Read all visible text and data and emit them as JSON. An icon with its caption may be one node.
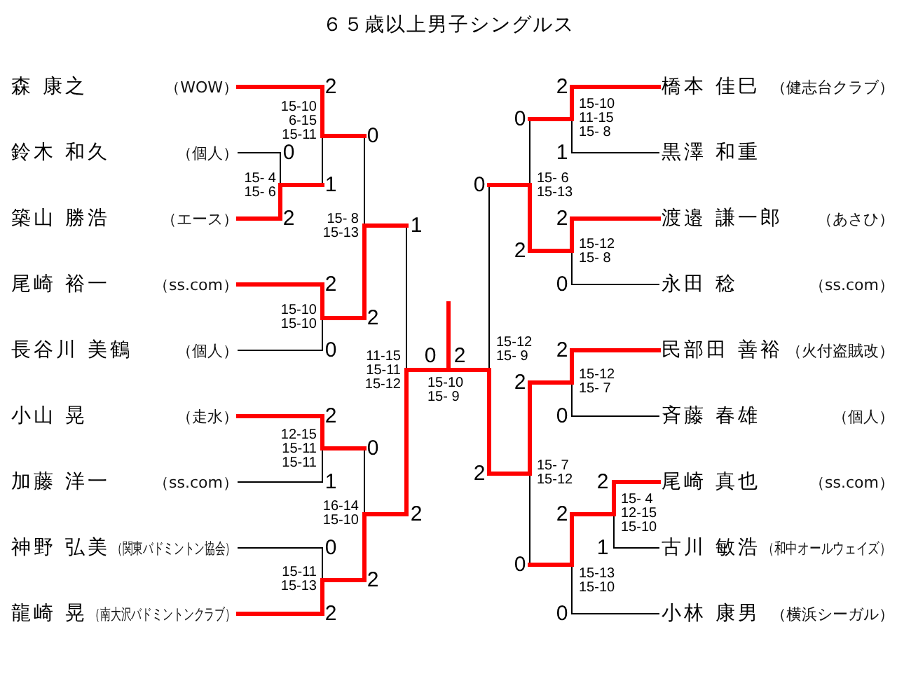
{
  "diagram": {
    "title": "６５歳以上男子シングルス",
    "nodes": [
      {
        "text": [
          "森 康之",
          "（WOW）"
        ]
      },
      {
        "text": [
          "鈴木 和久",
          "（個人）"
        ]
      },
      {
        "text": [
          "築山 勝浩",
          "（エース）"
        ]
      },
      {
        "text": [
          "尾崎 裕一",
          "（ss.com）"
        ]
      },
      {
        "text": [
          "長谷川 美鶴",
          "（個人）"
        ]
      },
      {
        "text": [
          "小山 晃",
          "（走水）"
        ]
      },
      {
        "text": [
          "加藤 洋一",
          "（ss.com）"
        ]
      },
      {
        "text": [
          "神野 弘美",
          "（関東バドミントン協会）"
        ]
      },
      {
        "text": [
          "龍崎 晃",
          "（南大沢バドミントンクラブ）"
        ]
      },
      {
        "text": [
          "橋本 佳巳",
          "（健志台クラブ）"
        ]
      },
      {
        "text": [
          "黒澤 和重"
        ]
      },
      {
        "text": [
          "渡邉 謙一郎",
          "（あさひ）"
        ]
      },
      {
        "text": [
          "永田 稔",
          "（ss.com）"
        ]
      },
      {
        "text": [
          "民部田 善裕",
          "（火付盗賊改）"
        ]
      },
      {
        "text": [
          "斉藤 春雄",
          "（個人）"
        ]
      },
      {
        "text": [
          "尾崎 真也",
          "（ss.com）"
        ]
      },
      {
        "text": [
          "古川 敏浩",
          "（和中オールウェイズ）"
        ]
      },
      {
        "text": [
          "小林 康男",
          "（横浜シーガル）"
        ]
      },
      {
        "text": [
          "2"
        ]
      },
      {
        "text": [
          "0"
        ]
      },
      {
        "text": [
          "2"
        ]
      },
      {
        "text": [
          "1"
        ]
      },
      {
        "text": [
          "0"
        ]
      },
      {
        "text": [
          "2"
        ]
      },
      {
        "text": [
          "0"
        ]
      },
      {
        "text": [
          "2"
        ]
      },
      {
        "text": [
          "1"
        ]
      },
      {
        "text": [
          "2"
        ]
      },
      {
        "text": [
          "1"
        ]
      },
      {
        "text": [
          "0"
        ]
      },
      {
        "text": [
          "0"
        ]
      },
      {
        "text": [
          "2"
        ]
      },
      {
        "text": [
          "2"
        ]
      },
      {
        "text": [
          "2"
        ]
      },
      {
        "text": [
          "0"
        ]
      },
      {
        "text": [
          "2"
        ]
      },
      {
        "text": [
          "2"
        ]
      },
      {
        "text": [
          "1"
        ]
      },
      {
        "text": [
          "0"
        ]
      },
      {
        "text": [
          "2"
        ]
      },
      {
        "text": [
          "0"
        ]
      },
      {
        "text": [
          "2"
        ]
      },
      {
        "text": [
          "0"
        ]
      },
      {
        "text": [
          "2"
        ]
      },
      {
        "text": [
          "0"
        ]
      },
      {
        "text": [
          "2"
        ]
      },
      {
        "text": [
          "2"
        ]
      },
      {
        "text": [
          "1"
        ]
      },
      {
        "text": [
          "2"
        ]
      },
      {
        "text": [
          "0"
        ]
      },
      {
        "text": [
          "0"
        ]
      },
      {
        "text": [
          "2"
        ]
      }
    ],
    "edges": [
      {
        "from": 0,
        "to": 18,
        "arrow": "none",
        "style": "thick",
        "color": "#ff0000"
      },
      {
        "from": 1,
        "to": 19,
        "arrow": "none",
        "color": "#000000"
      },
      {
        "from": 2,
        "to": 20,
        "arrow": "none",
        "style": "thick",
        "color": "#ff0000"
      },
      {
        "from": 3,
        "to": 23,
        "arrow": "none",
        "style": "thick",
        "color": "#ff0000"
      },
      {
        "from": 4,
        "to": 24,
        "arrow": "none",
        "color": "#000000"
      },
      {
        "from": 5,
        "to": 27,
        "arrow": "none",
        "style": "thick",
        "color": "#ff0000"
      },
      {
        "from": 6,
        "to": 28,
        "arrow": "none",
        "color": "#000000"
      },
      {
        "from": 7,
        "to": 30,
        "arrow": "none",
        "color": "#000000"
      },
      {
        "from": 8,
        "to": 31,
        "arrow": "none",
        "style": "thick",
        "color": "#ff0000"
      },
      {
        "from": 9,
        "to": 36,
        "arrow": "none",
        "style": "thick",
        "color": "#ff0000"
      },
      {
        "from": 10,
        "to": 37,
        "arrow": "none",
        "color": "#000000"
      },
      {
        "from": 11,
        "to": 39,
        "arrow": "none",
        "style": "thick",
        "color": "#ff0000"
      },
      {
        "from": 12,
        "to": 40,
        "arrow": "none",
        "color": "#000000"
      },
      {
        "from": 13,
        "to": 43,
        "arrow": "none",
        "style": "thick",
        "color": "#ff0000"
      },
      {
        "from": 14,
        "to": 44,
        "arrow": "none",
        "color": "#000000"
      },
      {
        "from": 15,
        "to": 46,
        "arrow": "none",
        "style": "thick",
        "color": "#ff0000"
      },
      {
        "from": 16,
        "to": 47,
        "arrow": "none",
        "color": "#000000"
      },
      {
        "from": 17,
        "to": 49,
        "arrow": "none",
        "color": "#000000"
      },
      {
        "from": 18,
        "to": 22,
        "arrow": "none",
        "style": "thick",
        "color": "#ff0000"
      },
      {
        "from": 19,
        "to": 21,
        "arrow": "none",
        "color": "#000000"
      },
      {
        "from": 20,
        "to": 21,
        "arrow": "none",
        "style": "thick",
        "color": "#ff0000"
      },
      {
        "from": 21,
        "to": 22,
        "arrow": "none",
        "color": "#000000"
      },
      {
        "from": 23,
        "to": 25,
        "arrow": "none",
        "style": "thick",
        "color": "#ff0000"
      },
      {
        "from": 24,
        "to": 25,
        "arrow": "none",
        "color": "#000000"
      },
      {
        "from": 22,
        "to": 26,
        "arrow": "none",
        "color": "#000000"
      },
      {
        "from": 25,
        "to": 26,
        "arrow": "none",
        "style": "thick",
        "color": "#ff0000"
      },
      {
        "from": 27,
        "to": 29,
        "arrow": "none",
        "style": "thick",
        "color": "#ff0000"
      },
      {
        "from": 28,
        "to": 29,
        "arrow": "none",
        "color": "#000000"
      },
      {
        "from": 30,
        "to": 32,
        "arrow": "none",
        "color": "#000000"
      },
      {
        "from": 31,
        "to": 32,
        "arrow": "none",
        "style": "thick",
        "color": "#ff0000"
      },
      {
        "from": 29,
        "to": 33,
        "arrow": "none",
        "color": "#000000"
      },
      {
        "from": 32,
        "to": 33,
        "arrow": "none",
        "style": "thick",
        "color": "#ff0000"
      },
      {
        "from": 26,
        "to": 34,
        "arrow": "none",
        "color": "#000000"
      },
      {
        "from": 33,
        "to": 34,
        "arrow": "none",
        "style": "thick",
        "color": "#ff0000"
      },
      {
        "from": 36,
        "to": 38,
        "arrow": "none",
        "style": "thick",
        "color": "#ff0000"
      },
      {
        "from": 37,
        "to": 38,
        "arrow": "none",
        "color": "#000000"
      },
      {
        "from": 39,
        "to": 41,
        "arrow": "none",
        "style": "thick",
        "color": "#ff0000"
      },
      {
        "from": 40,
        "to": 41,
        "arrow": "none",
        "color": "#000000"
      },
      {
        "from": 38,
        "to": 42,
        "arrow": "none",
        "color": "#000000"
      },
      {
        "from": 41,
        "to": 42,
        "arrow": "none",
        "style": "thick",
        "color": "#ff0000"
      },
      {
        "from": 43,
        "to": 45,
        "arrow": "none",
        "style": "thick",
        "color": "#ff0000"
      },
      {
        "from": 44,
        "to": 45,
        "arrow": "none",
        "color": "#000000"
      },
      {
        "from": 46,
        "to": 48,
        "arrow": "none",
        "style": "thick",
        "color": "#ff0000"
      },
      {
        "from": 47,
        "to": 48,
        "arrow": "none",
        "color": "#000000"
      },
      {
        "from": 48,
        "to": 50,
        "arrow": "none",
        "style": "thick",
        "color": "#ff0000"
      },
      {
        "from": 49,
        "to": 50,
        "arrow": "none",
        "color": "#000000"
      },
      {
        "from": 45,
        "to": 51,
        "arrow": "none",
        "style": "thick",
        "color": "#ff0000"
      },
      {
        "from": 50,
        "to": 51,
        "arrow": "none",
        "color": "#000000"
      },
      {
        "from": 42,
        "to": 35,
        "arrow": "none",
        "color": "#000000"
      },
      {
        "from": 51,
        "to": 35,
        "arrow": "none",
        "style": "thick",
        "color": "#ff0000"
      }
    ],
    "labels": [
      "15-10",
      "6-15",
      "15-11",
      "15- 4",
      "15- 6",
      "15- 8",
      "15-13",
      "15-10",
      "15-10",
      "11-15",
      "15-11",
      "15-12",
      "15-10",
      "15- 9",
      "12-15",
      "15-11",
      "15-11",
      "16-14",
      "15-10",
      "15-11",
      "15-13",
      "15-10",
      "11-15",
      "15- 8",
      "15- 6",
      "15-13",
      "15-12",
      "15- 8",
      "15-12",
      "15- 9",
      "15-12",
      "15- 7",
      "15- 7",
      "15-12",
      "15- 4",
      "12-15",
      "15-10",
      "15-13",
      "15-10"
    ]
  }
}
